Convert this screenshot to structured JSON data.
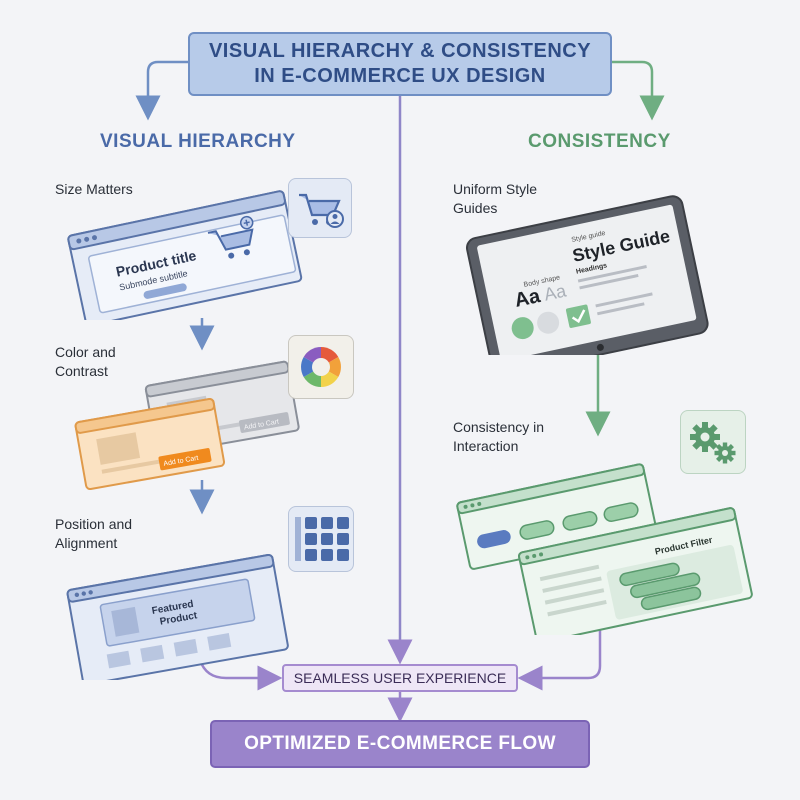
{
  "title": {
    "line1": "VISUAL HIERARCHY & CONSISTENCY",
    "line2": "IN E-COMMERCE UX DESIGN"
  },
  "left_column": {
    "heading": "VISUAL HIERARCHY",
    "color": "#4a6aa8",
    "items": [
      {
        "label_line1": "Size Matters",
        "label_line2": "",
        "card_title": "Product title",
        "card_subtitle": "Submode subtitle",
        "icon": "shopping-cart-user-icon"
      },
      {
        "label_line1": "Color and",
        "label_line2": "Contrast",
        "button_primary": "Add to Cart",
        "button_secondary": "Add to Cart",
        "icon": "color-wheel-icon"
      },
      {
        "label_line1": "Position and",
        "label_line2": "Alignment",
        "card_title_line1": "Featured",
        "card_title_line2": "Product",
        "icon": "grid-alignment-icon"
      }
    ]
  },
  "right_column": {
    "heading": "CONSISTENCY",
    "color": "#5a9a6e",
    "items": [
      {
        "label_line1": "Uniform Style",
        "label_line2": "Guides",
        "tablet_small": "Style guide",
        "tablet_title": "Style Guide",
        "tablet_headings": "Headings",
        "tablet_body": "Body shape",
        "icon": "tablet-icon"
      },
      {
        "label_line1": "Consistency in",
        "label_line2": "Interaction",
        "panel_title": "Product Filter",
        "icon": "gears-icon"
      }
    ]
  },
  "flow": {
    "seamless": "SEAMLESS USER EXPERIENCE",
    "optimized": "OPTIMIZED E-COMMERCE FLOW"
  },
  "colors": {
    "blue": "#4a6aa8",
    "green": "#5a9a6e",
    "purple": "#9a84cb",
    "orange": "#f0a040"
  }
}
